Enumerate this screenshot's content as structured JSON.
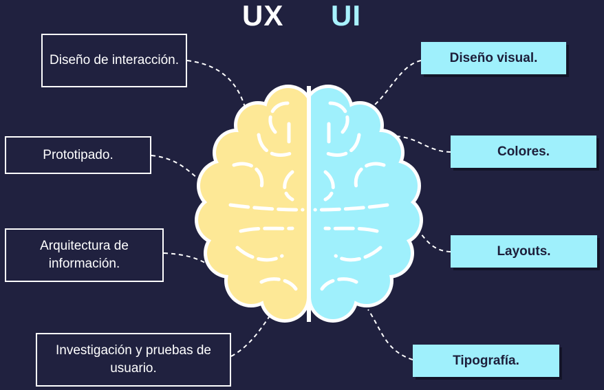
{
  "title": {
    "ux": "UX",
    "ui": "UI"
  },
  "ux_items": [
    "Diseño de interacción.",
    "Prototipado.",
    "Arquitectura de información.",
    "Investigación y pruebas de usuario."
  ],
  "ui_items": [
    "Diseño visual.",
    "Colores.",
    "Layouts.",
    "Tipografía."
  ],
  "colors": {
    "background": "#20213f",
    "ux_brain": "#fde896",
    "ui_brain": "#9ff0fc",
    "ui_accent": "#a8f2ff",
    "outline": "#ffffff"
  },
  "icons": {
    "brain": "brain-icon"
  }
}
